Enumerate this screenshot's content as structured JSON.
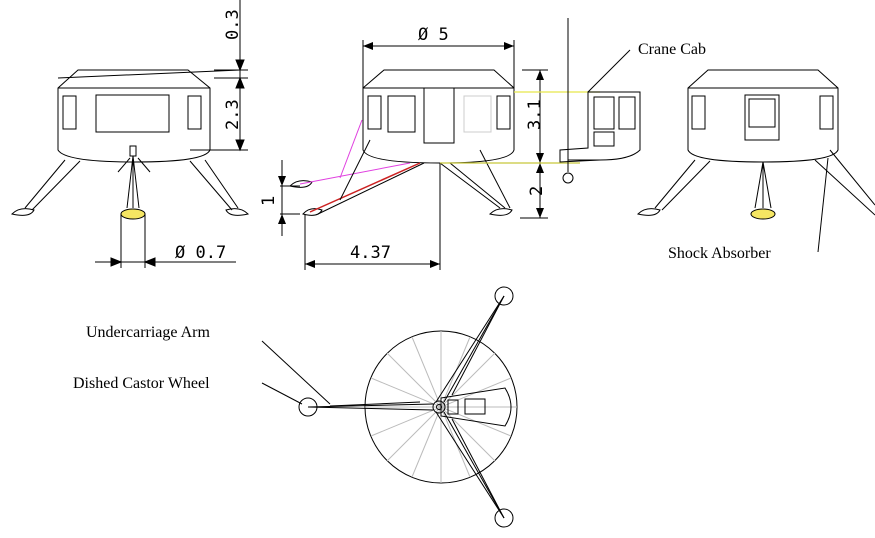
{
  "dimensions": {
    "d_top": "0.3",
    "d_height": "2.3",
    "d_dia_top": "Ø 5",
    "d_cab_height": "3.1",
    "d_ground_clear": "2",
    "d_leg_1": "1",
    "d_reach": "4.37",
    "d_wheel": "Ø 0.7"
  },
  "labels": {
    "crane_cab": "Crane Cab",
    "shock_absorber": "Shock Absorber",
    "undercarriage_arm": "Undercarriage Arm",
    "dished_castor_wheel": "Dished Castor Wheel"
  },
  "colors": {
    "line": "#000000",
    "wheel_fill": "#f5e663",
    "yellow_guide": "#e8e84a",
    "magenta_line": "#e040e0",
    "red_line": "#cc2222"
  }
}
